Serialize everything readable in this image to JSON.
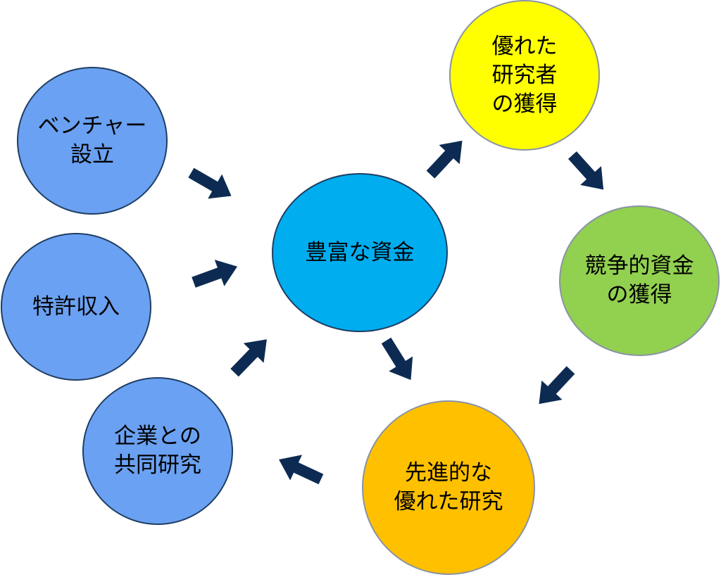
{
  "colors": {
    "source_node": "#6aa1f2",
    "funding_node": "#00adef",
    "talent_node": "#ffff00",
    "competitive_node": "#92d050",
    "research_node": "#ffc000",
    "arrow": "#0d2b52"
  },
  "nodes": {
    "venture": {
      "lines": [
        "ベンチャー",
        "設立"
      ]
    },
    "patent": {
      "lines": [
        "特許収入"
      ]
    },
    "joint": {
      "lines": [
        "企業との",
        "共同研究"
      ]
    },
    "funding": {
      "lines": [
        "豊富な資金"
      ]
    },
    "talent": {
      "lines": [
        "優れた",
        "研究者",
        "の獲得"
      ]
    },
    "competitive": {
      "lines": [
        "競争的資金",
        "の獲得"
      ]
    },
    "research": {
      "lines": [
        "先進的な",
        "優れた研究"
      ]
    }
  }
}
